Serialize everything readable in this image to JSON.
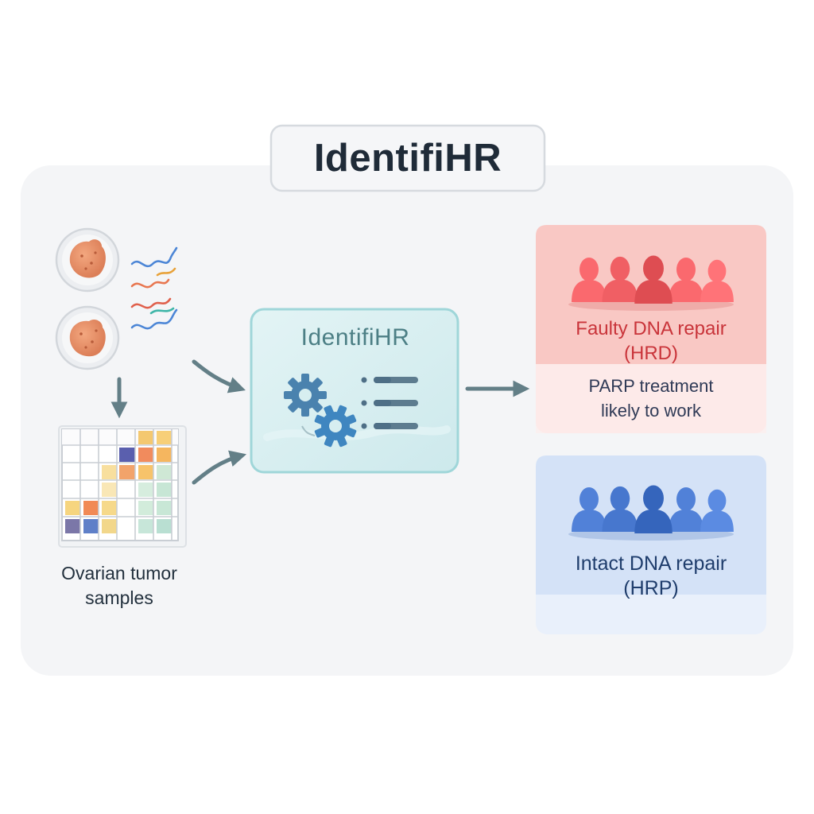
{
  "title": "IdentifiHR",
  "model_box": {
    "label": "IdentifiHR",
    "icon": "gears-icon"
  },
  "input": {
    "label_line1": "Ovarian tumor",
    "label_line2": "samples",
    "icons": [
      "tumor-sample-icon",
      "gene-expression-heatmap-icon"
    ]
  },
  "outputs": {
    "hrd": {
      "line1": "Faulty DNA repair",
      "line2": "(HRD)",
      "note_line1": "PARP treatment",
      "note_line2": "likely to work",
      "color": "#e8575c",
      "icon": "patient-group-icon"
    },
    "hrp": {
      "line1": "Intact DNA repair",
      "line2": "(HRP)",
      "color": "#3f6fc6",
      "icon": "patient-group-icon"
    }
  },
  "colors": {
    "arrow": "#637f87",
    "model_fill": "#d7eef0",
    "model_stroke": "#9fd6d9",
    "panel": "#f5f6f8"
  }
}
